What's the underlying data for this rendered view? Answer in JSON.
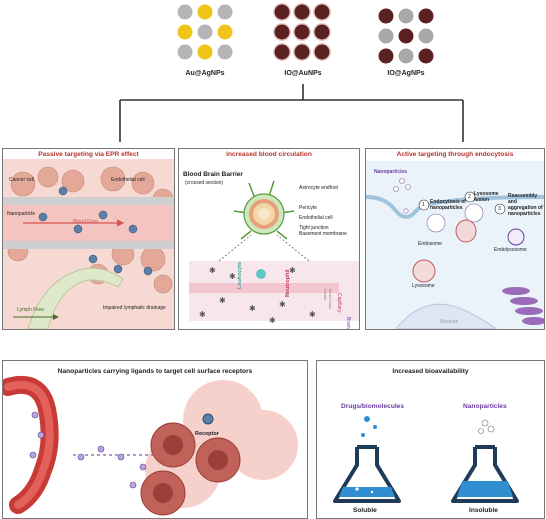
{
  "nanoparticles": [
    {
      "label": "Au@AgNPs",
      "colors": {
        "core": "#b5b5b5",
        "shell": "#f0c419"
      }
    },
    {
      "label": "IO@AuNPs",
      "colors": {
        "core": "#5b2020",
        "ring": "#e7c9c9"
      }
    },
    {
      "label": "IO@AgNPs",
      "colors": {
        "core": "#5b2020",
        "shell": "#a9a9a9"
      }
    }
  ],
  "panel_epr": {
    "title": "Passive targeting via EPR effect",
    "labels": {
      "cancer_cell": "Cancer cell",
      "endothelial_cell": "Endothelial cell",
      "nanoparticle": "Nanoparticle",
      "blood_flow": "Blood Flow",
      "lymph_flow": "Lymph Flow",
      "impaired_drainage": "Impaired lymphatic drainage"
    }
  },
  "panel_bbb": {
    "title": "Increased blood circulation",
    "heading": "Blood Brain Barrier",
    "subheading": "(crossed section)",
    "labels": {
      "astrocyte": "Astrocyte endfoot",
      "pericyte": "Pericyte",
      "endothelial": "Endothelial cell",
      "tight_junction": "Tight junction",
      "basement": "Basement membrane",
      "leukocyte": "Leukocyte",
      "neutrophil": "Neutrophil",
      "capillary": "Capillary",
      "bbb_vertical": "Blood brain barrier",
      "brain": "Brain"
    }
  },
  "panel_endo": {
    "title": "Active targeting through endocytosis",
    "labels": {
      "nanoparticles": "Nanoparticles",
      "step1": "Endocytosis of nanoparticles",
      "step2": "Lysosome fusion",
      "step3": "Reassembly and aggregation of nanoparticles",
      "endosome": "Endosome",
      "lysosome": "Lysosome",
      "endolysosome": "Endolysosome",
      "nucleus": "Nucleus",
      "n1": "1",
      "n2": "2",
      "n3": "3"
    }
  },
  "panel_ligands": {
    "title": "Nanoparticles carrying ligands to target cell surface receptors",
    "receptor": "Receptor"
  },
  "panel_bio": {
    "title": "Increased bioavailability",
    "left_label": "Drugs/biomolecules",
    "right_label": "Nanoparticles",
    "left_caption": "Soluble",
    "right_caption": "Insoluble"
  },
  "colors": {
    "title_red": "#b8322a",
    "purple": "#6a3fa0",
    "liquid_blue": "#2f8fd0",
    "flask_outline": "#1f3b57",
    "tissue_pink": "#e9b7ae",
    "cell_red": "#c0625a"
  }
}
